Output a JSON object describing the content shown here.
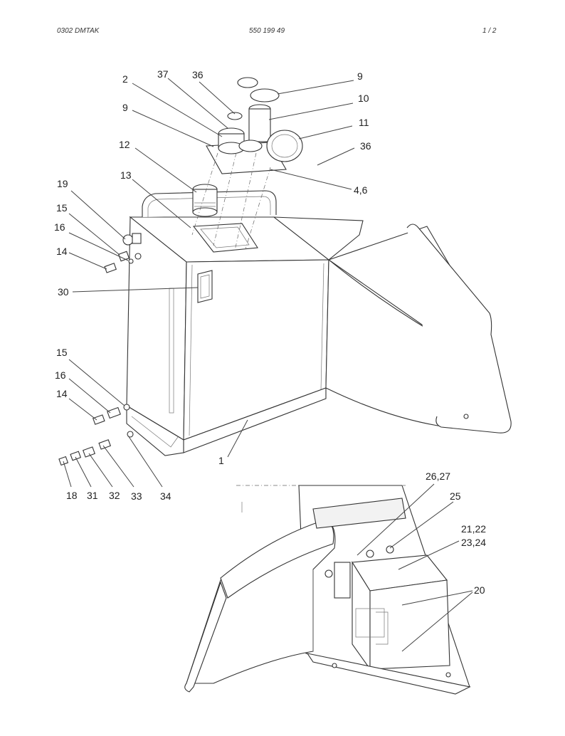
{
  "header": {
    "left": "0302 DMTAK",
    "center": "550 199 49",
    "right": "1 /   2"
  },
  "callouts": {
    "c2": "2",
    "c37": "37",
    "c36_top": "36",
    "c9_top": "9",
    "c10": "10",
    "c9_left": "9",
    "c11": "11",
    "c36_right": "36",
    "c12": "12",
    "c4_6": "4,6",
    "c13": "13",
    "c19": "19",
    "c15_top": "15",
    "c16_top": "16",
    "c14_top": "14",
    "c30": "30",
    "c15_bot": "15",
    "c16_bot": "16",
    "c14_bot": "14",
    "c1": "1",
    "c18": "18",
    "c31": "31",
    "c32": "32",
    "c33": "33",
    "c34": "34",
    "c26_27": "26,27",
    "c25": "25",
    "c21_22": "21,22",
    "c23_24": "23,24",
    "c20": "20"
  }
}
